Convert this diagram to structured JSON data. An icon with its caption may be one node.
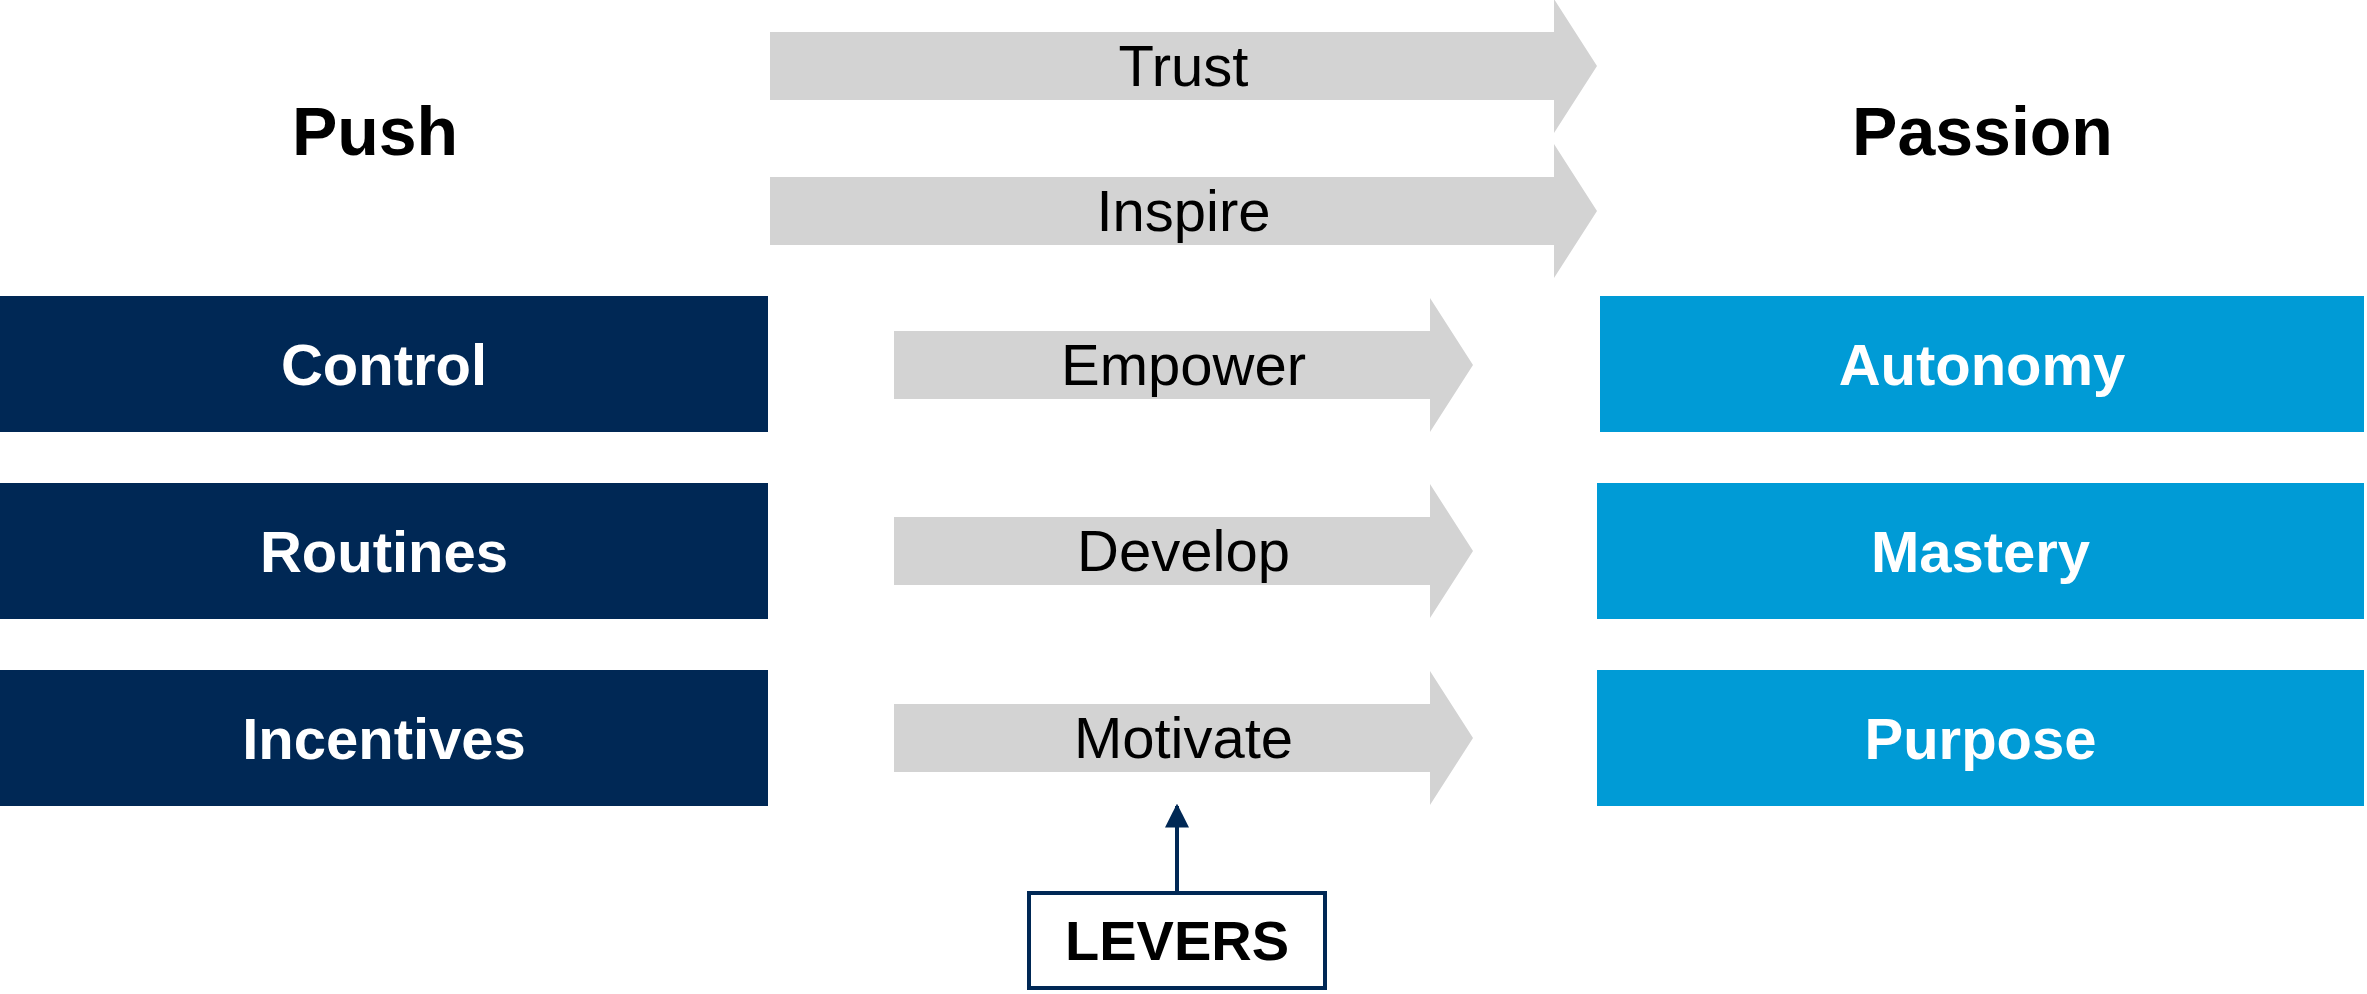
{
  "diagram": {
    "nodes": [
      {
        "text": [
          "Push"
        ]
      },
      {
        "text": [
          "Passion"
        ]
      },
      {
        "text": [
          "Control"
        ]
      },
      {
        "text": [
          "Autonomy"
        ]
      },
      {
        "text": [
          "Routines"
        ]
      },
      {
        "text": [
          "Mastery"
        ]
      },
      {
        "text": [
          "Incentives"
        ]
      },
      {
        "text": [
          "Purpose"
        ]
      },
      {
        "text": [
          "LEVERS"
        ]
      }
    ],
    "edges": [
      {
        "from": 0,
        "to": 1,
        "arrow": "to",
        "label": "Trust"
      },
      {
        "from": 0,
        "to": 1,
        "arrow": "to",
        "label": "Inspire"
      },
      {
        "from": 2,
        "to": 3,
        "arrow": "to",
        "label": "Empower"
      },
      {
        "from": 4,
        "to": 5,
        "arrow": "to",
        "label": "Develop"
      },
      {
        "from": 6,
        "to": 7,
        "arrow": "to",
        "label": "Motivate"
      },
      {
        "from": 8,
        "to": null,
        "arrow": "to"
      }
    ]
  }
}
